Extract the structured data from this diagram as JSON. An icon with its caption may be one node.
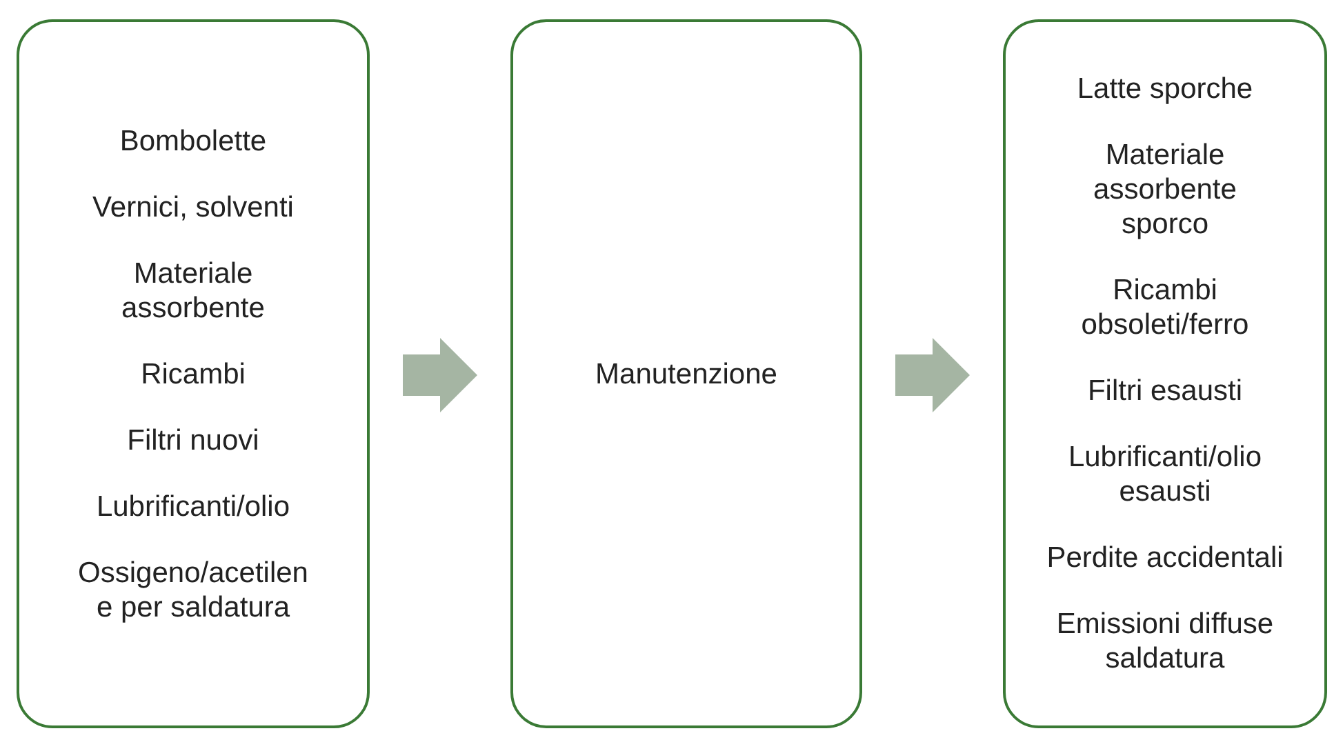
{
  "diagram": {
    "nodes": [
      {
        "text": [
          "Bombolette",
          "Vernici, solventi",
          "Materiale assorbente",
          "Ricambi",
          "Filtri nuovi",
          "Lubrificanti/olio",
          "Ossigeno/acetilen e per saldatura"
        ]
      },
      {
        "text": [
          "Manutenzione"
        ]
      },
      {
        "text": [
          "Latte sporche",
          "Materiale assorbente sporco",
          "Ricambi obsoleti/ferro",
          "Filtri esausti",
          "Lubrificanti/olio esausti",
          "Perdite accidentali",
          "Emissioni diffuse saldatura"
        ]
      }
    ],
    "edges": [
      {
        "from": 0,
        "to": 1,
        "arrow": "to"
      },
      {
        "from": 1,
        "to": 2,
        "arrow": "to"
      }
    ]
  }
}
